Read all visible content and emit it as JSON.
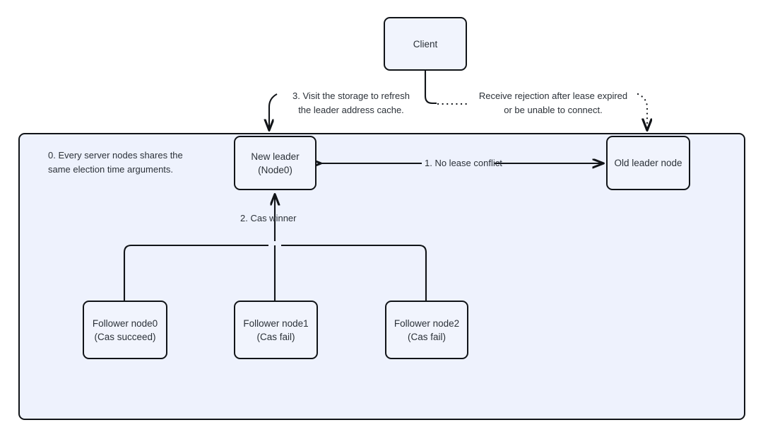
{
  "diagram": {
    "title_visible": false,
    "background_color": "#ffffff",
    "cluster_fill": "#eef2fd",
    "node_fill": "#f1f4fd",
    "stroke_color": "#111418",
    "text_color": "#2b3138"
  },
  "nodes": {
    "client": {
      "label": "Client"
    },
    "new_leader": {
      "line1": "New leader",
      "line2": "(Node0)"
    },
    "old_leader": {
      "label": "Old leader node"
    },
    "follower0": {
      "line1": "Follower node0",
      "line2": "(Cas succeed)"
    },
    "follower1": {
      "line1": "Follower node1",
      "line2": "(Cas fail)"
    },
    "follower2": {
      "line1": "Follower node2",
      "line2": "(Cas fail)"
    }
  },
  "notes": {
    "server_cluster": "0. Every server nodes shares the\nsame election time arguments.",
    "refresh_cache": "3. Visit the storage to refresh\nthe leader address cache.",
    "rejection": "Receive rejection after lease expired\nor be unable to connect."
  },
  "edges": {
    "no_lease_conflict": "1. No lease conflict",
    "cas_winner": "2. Cas winner"
  }
}
